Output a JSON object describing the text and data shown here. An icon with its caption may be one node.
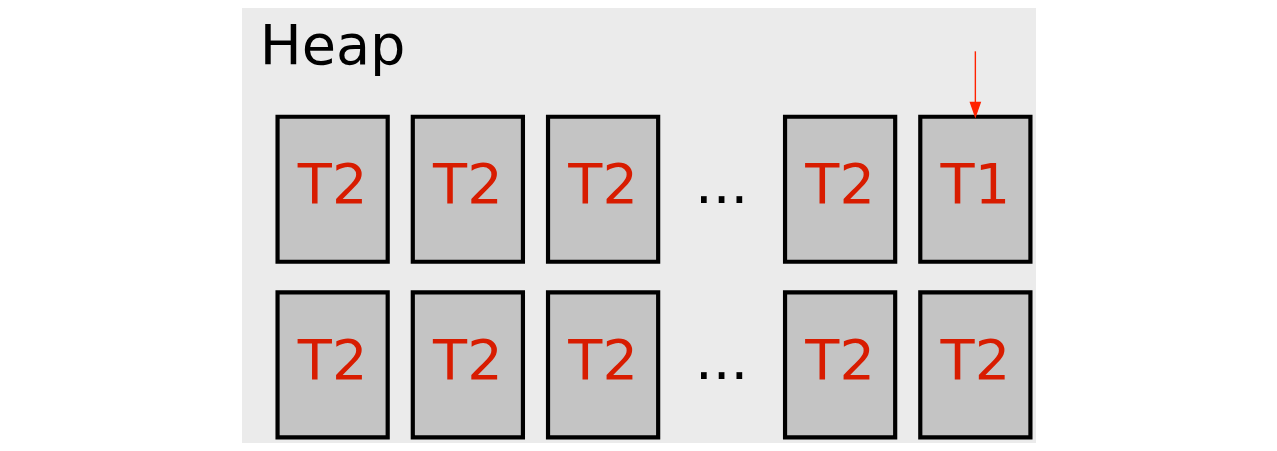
{
  "diagram": {
    "nodes": [
      {
        "text": [
          "T2"
        ]
      },
      {
        "text": [
          "T2"
        ]
      },
      {
        "text": [
          "T2"
        ]
      },
      {
        "text": [
          "T2"
        ]
      },
      {
        "text": [
          "T1"
        ]
      },
      {
        "text": [
          "T2"
        ]
      },
      {
        "text": [
          "T2"
        ]
      },
      {
        "text": [
          "T2"
        ]
      },
      {
        "text": [
          "T2"
        ]
      },
      {
        "text": [
          "T2"
        ]
      }
    ],
    "edges": [
      {
        "from": null,
        "to": 4,
        "arrow": "to",
        "color": "#ff2200"
      }
    ],
    "labels": [
      "Heap",
      "...",
      "..."
    ]
  }
}
